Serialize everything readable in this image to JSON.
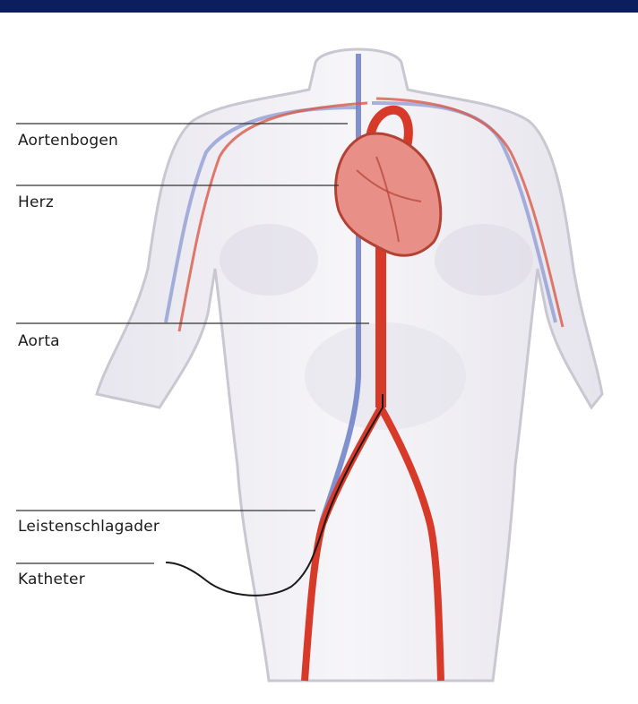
{
  "labels": {
    "aortenbogen": "Aortenbogen",
    "herz": "Herz",
    "aorta": "Aorta",
    "leistenschlagader": "Leistenschlagader",
    "katheter": "Katheter"
  },
  "colors": {
    "header_bar": "#0b1f5e",
    "artery": "#d83a2a",
    "vein": "#5a6fc0",
    "body_outline": "#cfcfd6"
  }
}
